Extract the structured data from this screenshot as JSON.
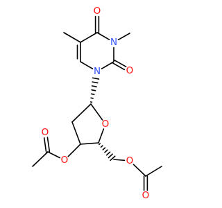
{
  "molecule": {
    "atoms": {
      "n3": {
        "label": "N",
        "color": "#3050F8"
      },
      "n1": {
        "label": "N",
        "color": "#3050F8"
      },
      "o4": {
        "label": "O",
        "color": "#FF0D0D"
      },
      "o2": {
        "label": "O",
        "color": "#FF0D0D"
      },
      "oring": {
        "label": "O",
        "color": "#FF0D0D"
      },
      "oacL": {
        "label": "O",
        "color": "#FF0D0D"
      },
      "ocoL": {
        "label": "O",
        "color": "#FF0D0D"
      },
      "oacR": {
        "label": "O",
        "color": "#FF0D0D"
      },
      "ocoR": {
        "label": "O",
        "color": "#FF0D0D"
      }
    },
    "bond_color": "#000000"
  }
}
